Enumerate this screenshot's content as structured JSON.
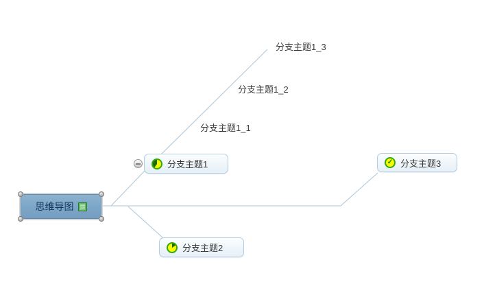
{
  "app": {
    "type": "mind-map-canvas",
    "background": "#ffffff"
  },
  "root": {
    "label": "思维导图",
    "selected": true,
    "icons": [
      "notes-icon"
    ]
  },
  "branches": [
    {
      "label": "分支主题1",
      "icon": "task-progress-partial-icon",
      "collapse_button": "minus",
      "children": [
        {
          "label": "分支主题1_1"
        },
        {
          "label": "分支主题1_2"
        },
        {
          "label": "分支主题1_3"
        }
      ]
    },
    {
      "label": "分支主题2",
      "icon": "task-progress-start-icon",
      "children": []
    },
    {
      "label": "分支主题3",
      "icon": "task-done-check-icon",
      "check_glyph": "✓",
      "children": []
    }
  ],
  "colors": {
    "connector": "#a9c6dc",
    "root_fill": "#7ba4c5",
    "root_border": "#5d89ac",
    "root_text": "#17375e",
    "branch_border": "#b3cce0",
    "branch_fill": "#eef5fa",
    "icon_ring_green": "#35a80b",
    "icon_fill_yellow": "#f6fb00",
    "icon_dark_green": "#1c6a0b",
    "notes_icon_green": "#2c8a3d"
  }
}
